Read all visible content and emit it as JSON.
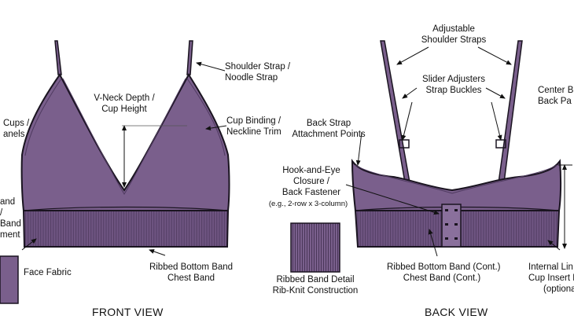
{
  "labels": {
    "front_shoulder": [
      "Shoulder Strap /",
      "Noodle Strap"
    ],
    "front_vneck": [
      "V-Neck Depth /",
      "Cup Height"
    ],
    "front_binding": [
      "Cup Binding /",
      "Neckline Trim"
    ],
    "front_cups": [
      "Cups /",
      "anels"
    ],
    "front_band_left": [
      "and",
      "/",
      "Band",
      "ment"
    ],
    "front_ribbed": [
      "Ribbed Bottom Band",
      "Chest Band"
    ],
    "face_fabric": "Face Fabric",
    "back_adjustable": [
      "Adjustable",
      "Shoulder Straps"
    ],
    "back_slider": [
      "Slider Adjusters",
      "Strap Buckles"
    ],
    "back_attach": [
      "Back Strap",
      "Attachment Points"
    ],
    "back_hook": [
      "Hook-and-Eye",
      "Closure /",
      "Back Fastener"
    ],
    "back_hook_note": "(e.g., 2-row x 3-column)",
    "back_center": [
      "Center B",
      "Back Pa"
    ],
    "back_ribbed": [
      "Ribbed Bottom Band (Cont.)",
      "Chest Band (Cont.)"
    ],
    "rib_detail": [
      "Ribbed Band Detail",
      "Rib-Knit Construction"
    ],
    "internal": [
      "Internal Lin",
      "Cup Insert P",
      "(optiona"
    ]
  },
  "views": {
    "front": "FRONT VIEW",
    "back": "BACK VIEW"
  },
  "colors": {
    "fabric": "#7a5f8c",
    "fabric_dark": "#5e4670",
    "outline": "#1a1420",
    "band": "#6f5582"
  }
}
